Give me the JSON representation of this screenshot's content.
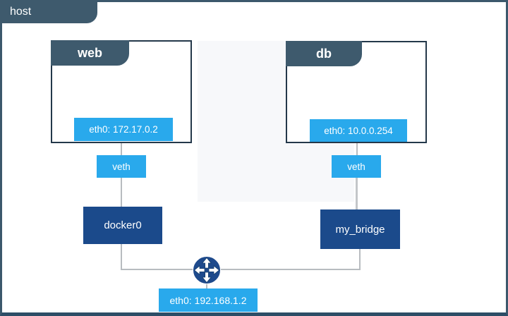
{
  "host": {
    "label": "host",
    "interface_label": "eth0: 192.168.1.2"
  },
  "containers": [
    {
      "name": "web",
      "interface_label": "eth0: 172.17.0.2",
      "veth_label": "veth",
      "bridge_label": "docker0"
    },
    {
      "name": "db",
      "interface_label": "eth0: 10.0.0.254",
      "veth_label": "veth",
      "bridge_label": "my_bridge"
    }
  ],
  "icons": {
    "router": "router-crossed-arrows-icon"
  },
  "colors": {
    "tab_slate": "#3e5a6d",
    "frame_border": "#3c586c",
    "box_border": "#24384a",
    "accent_blue": "#29a9ec",
    "bridge_navy": "#1b4a8b",
    "router_navy": "#1e4a8c",
    "line_gray": "#b8bcc0"
  }
}
